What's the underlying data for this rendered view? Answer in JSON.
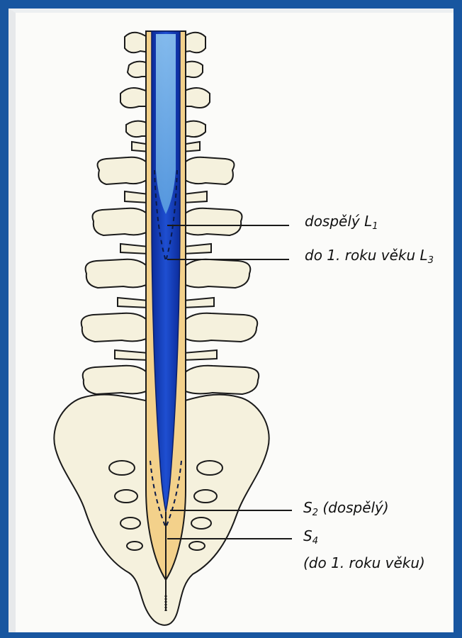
{
  "labels": {
    "adult_l1": {
      "text": "dospělý L",
      "sub": "1"
    },
    "infant_l3": {
      "text": "do 1. roku věku L",
      "sub": "3"
    },
    "adult_s2": {
      "prefix": "S",
      "sub": "2",
      "text": " (dospělý)"
    },
    "infant_s4": {
      "prefix": "S",
      "sub": "4",
      "line2": "(do 1. roku věku)"
    }
  },
  "colors": {
    "frame": "#1856a0",
    "bone": "#f5f1dd",
    "dura": "#f3d18b",
    "cord_dark": "#0a2fa8",
    "cord_light": "#79b4e6"
  }
}
